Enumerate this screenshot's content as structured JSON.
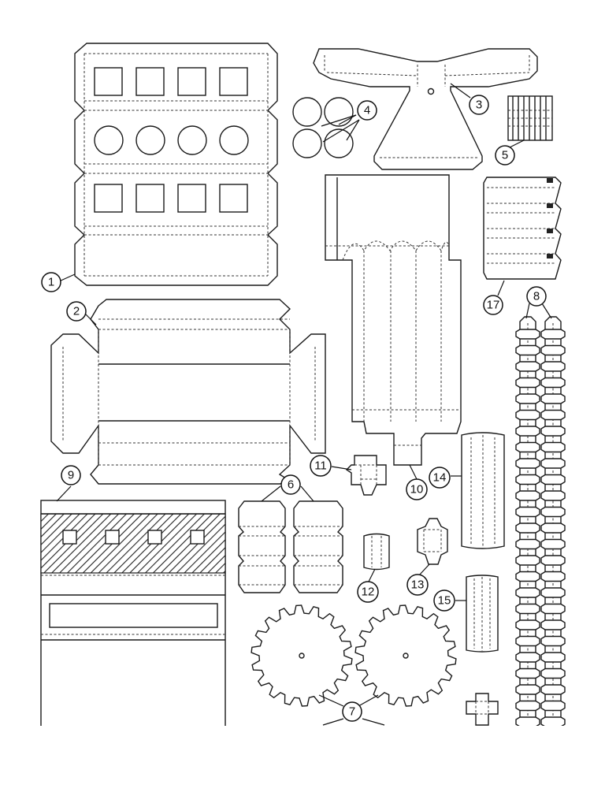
{
  "parts": [
    {
      "id": "part-1",
      "label": "1"
    },
    {
      "id": "part-2",
      "label": "2"
    },
    {
      "id": "part-3",
      "label": "3"
    },
    {
      "id": "part-4",
      "label": "4"
    },
    {
      "id": "part-5",
      "label": "5"
    },
    {
      "id": "part-6",
      "label": "6"
    },
    {
      "id": "part-7",
      "label": "7"
    },
    {
      "id": "part-8",
      "label": "8"
    },
    {
      "id": "part-9",
      "label": "9"
    },
    {
      "id": "part-10",
      "label": "10"
    },
    {
      "id": "part-11",
      "label": "11"
    },
    {
      "id": "part-12",
      "label": "12"
    },
    {
      "id": "part-13",
      "label": "13"
    },
    {
      "id": "part-14",
      "label": "14"
    },
    {
      "id": "part-15",
      "label": "15"
    },
    {
      "id": "part-17",
      "label": "17"
    }
  ],
  "colors": {
    "line": "#1a1a1a",
    "background": "#ffffff",
    "hatch": "#222222"
  }
}
